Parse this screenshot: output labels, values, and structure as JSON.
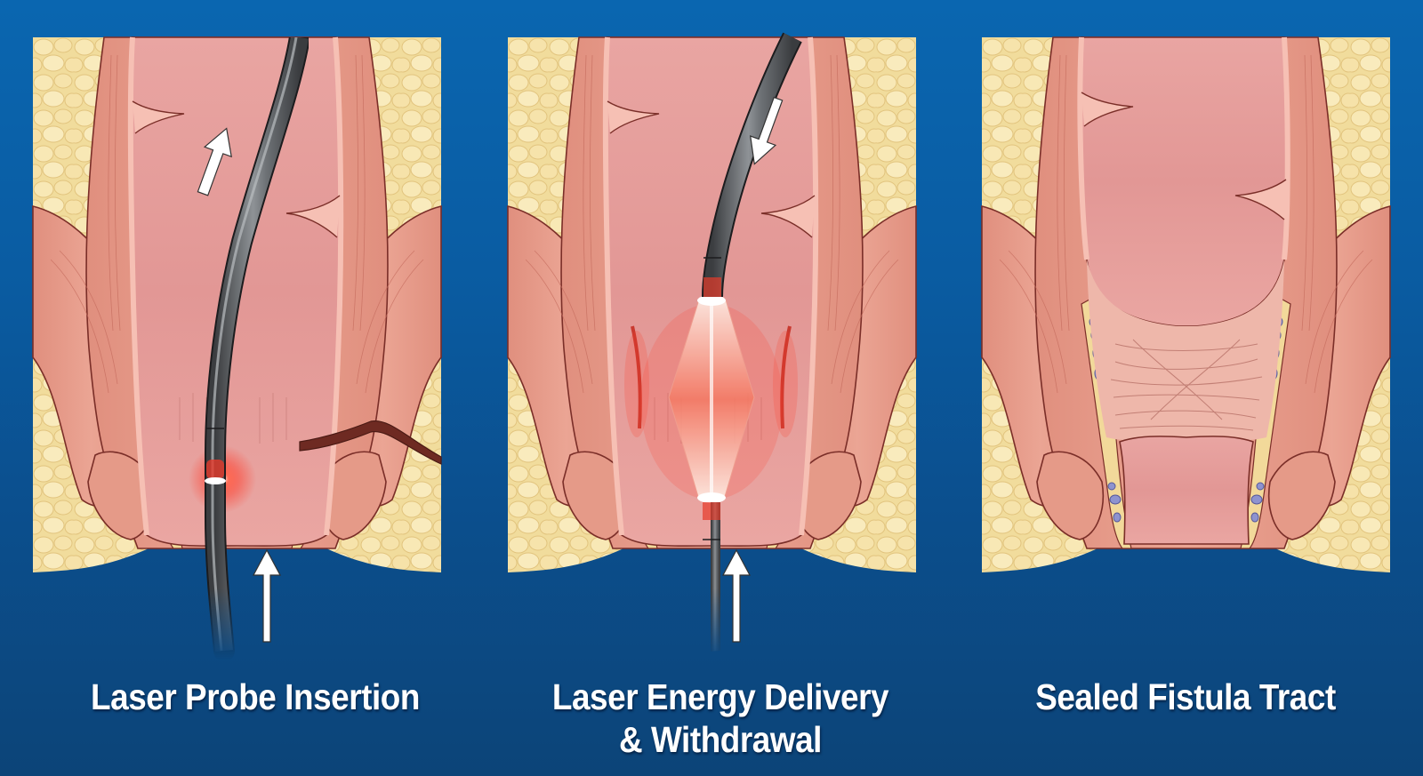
{
  "figure": {
    "type": "medical-procedure-illustration",
    "background_colors": {
      "top": "#0a66b0",
      "bottom": "#0c4478"
    },
    "panels": [
      {
        "id": 1,
        "caption_lines": [
          "Laser Probe Insertion"
        ],
        "icons": [
          "probe",
          "arrow-up-inside-canal",
          "arrow-up-below",
          "laser-glow-red",
          "fistula-tract"
        ]
      },
      {
        "id": 2,
        "caption_lines": [
          "Laser Energy Delivery",
          "& Withdrawal"
        ],
        "icons": [
          "probe-upper-segment",
          "probe-lower-segment",
          "laser-energy-diamond",
          "arrow-down-inside-canal",
          "arrow-up-below",
          "cauterized-walls"
        ]
      },
      {
        "id": 3,
        "caption_lines": [
          "Sealed Fistula Tract"
        ],
        "icons": [
          "healed-scar-tissue"
        ]
      }
    ],
    "palette": {
      "fat": "#f3dfa0",
      "muscle": "#e59a88",
      "mucosa": "#e8a2a0",
      "lumen": "#dc8e8d",
      "outline": "#7a2e28",
      "vessel": "#8e93cf",
      "probe": "#5a5d61",
      "laser": "#ff3b2a"
    }
  }
}
